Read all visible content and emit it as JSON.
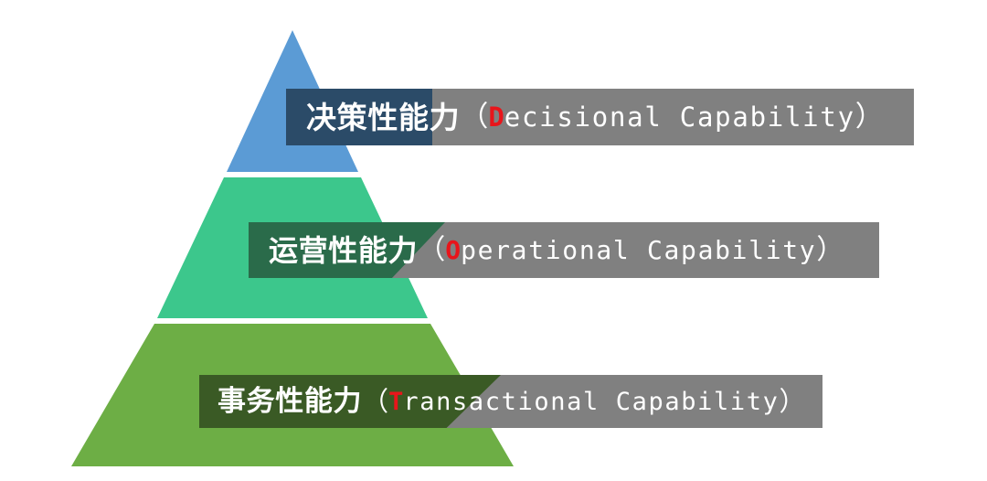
{
  "diagram": {
    "type": "pyramid",
    "title": "",
    "background_color": "#ffffff",
    "tiers": [
      {
        "id": "decisional",
        "level": 1,
        "position": "top",
        "shape_color": "#5b9bd5",
        "label_plate_color": "#808080",
        "label_accent_color": "#2b4b68",
        "cn_text": "决策性能力",
        "paren_open": "（",
        "initial": "D",
        "en_rest": "ecisional Capability",
        "paren_close": "）",
        "initial_color": "#e8151b",
        "text_color": "#ffffff"
      },
      {
        "id": "operational",
        "level": 2,
        "position": "middle",
        "shape_color": "#3cc78c",
        "label_plate_color": "#808080",
        "label_accent_color": "#2a6b4a",
        "cn_text": "运营性能力",
        "paren_open": "（",
        "initial": "O",
        "en_rest": "perational Capability",
        "paren_close": "）",
        "initial_color": "#e8151b",
        "text_color": "#ffffff"
      },
      {
        "id": "transactional",
        "level": 3,
        "position": "bottom",
        "shape_color": "#6dae45",
        "label_plate_color": "#808080",
        "label_accent_color": "#3a5a25",
        "cn_text": "事务性能力",
        "paren_open": "（",
        "initial": "T",
        "en_rest": "ransactional Capability",
        "paren_close": "）",
        "initial_color": "#e8151b",
        "text_color": "#ffffff"
      }
    ]
  }
}
